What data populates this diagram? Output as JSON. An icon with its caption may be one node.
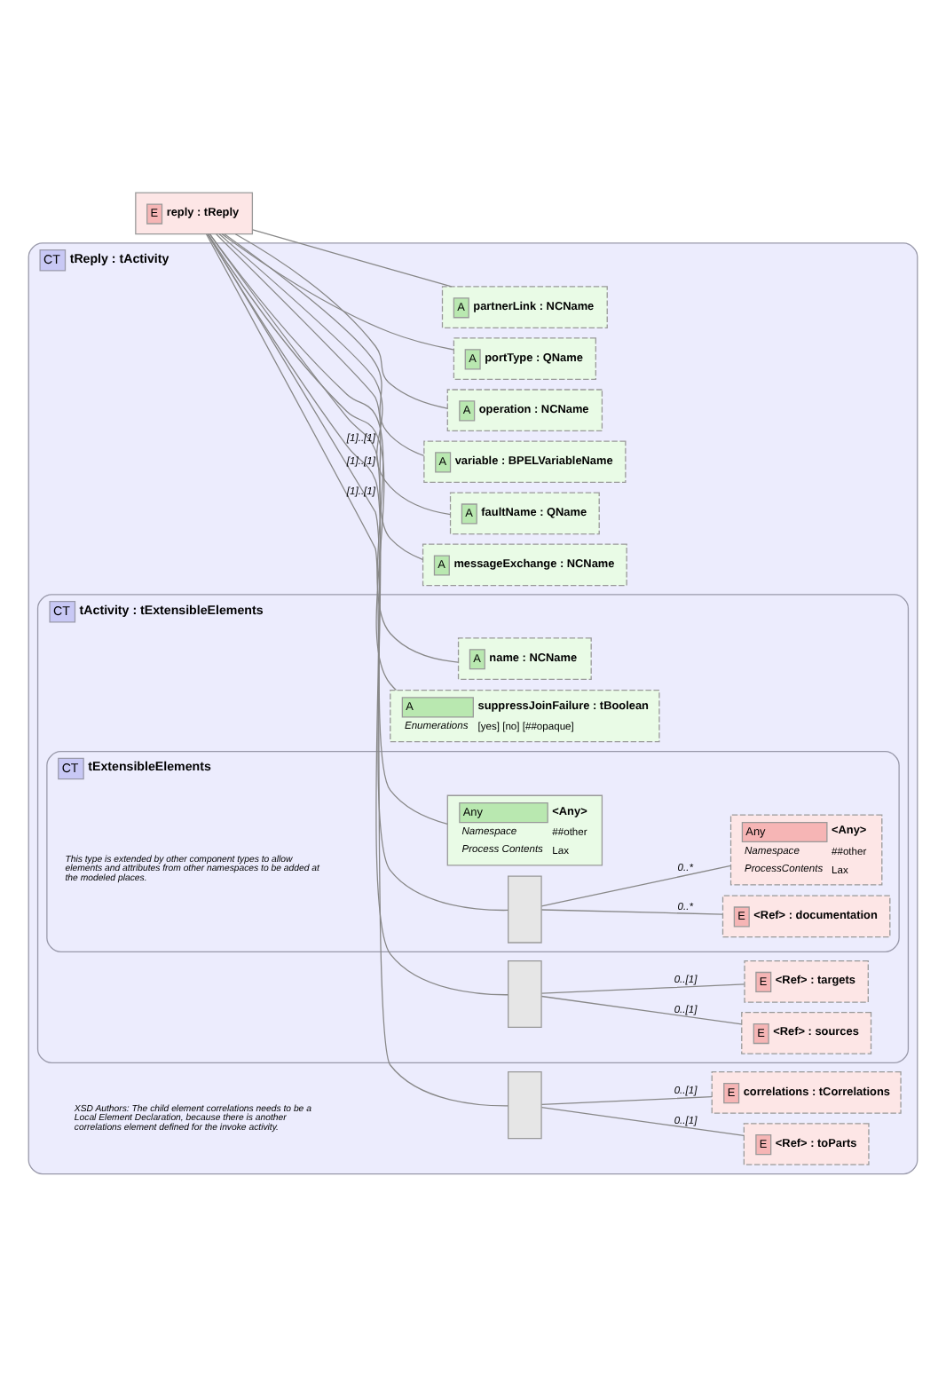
{
  "diagram": {
    "nodes": [
      {
        "text": [
          "E",
          "reply : tReply"
        ]
      },
      {
        "text": [
          "CT",
          "tReply : tActivity"
        ]
      },
      {
        "text": [
          "A",
          "partnerLink : NCName"
        ],
        "in": 1
      },
      {
        "text": [
          "A",
          "portType : QName"
        ],
        "in": 1
      },
      {
        "text": [
          "A",
          "operation : NCName"
        ],
        "in": 1
      },
      {
        "text": [
          "A",
          "variable : BPELVariableName"
        ],
        "in": 1
      },
      {
        "text": [
          "A",
          "faultName : QName"
        ],
        "in": 1
      },
      {
        "text": [
          "A",
          "messageExchange : NCName"
        ],
        "in": 1
      },
      {
        "text": [
          "CT",
          "tActivity : tExtensibleElements"
        ],
        "in": 1
      },
      {
        "text": [
          "A",
          "name : NCName"
        ],
        "in": 8
      },
      {
        "text": [
          "A",
          "suppressJoinFailure : tBoolean",
          "Enumerations",
          "[yes] [no] [##opaque]"
        ],
        "in": 8
      },
      {
        "text": [
          "CT",
          "tExtensibleElements"
        ],
        "in": 8
      },
      {
        "text": [
          "Any",
          "<Any>",
          "Namespace",
          "##other",
          "Process Contents",
          "Lax"
        ],
        "in": 11
      },
      {
        "text": [],
        "shape": "box",
        "in": 11
      },
      {
        "text": [
          "E",
          "<Ref> : documentation"
        ],
        "in": 11
      },
      {
        "text": [
          "Any",
          "<Any>",
          "Namespace",
          "##other",
          "ProcessContents",
          "Lax"
        ],
        "in": 11
      },
      {
        "text": [],
        "shape": "box",
        "in": 8
      },
      {
        "text": [
          "E",
          "<Ref> : targets"
        ],
        "in": 8
      },
      {
        "text": [
          "E",
          "<Ref> : sources"
        ],
        "in": 8
      },
      {
        "text": [],
        "shape": "box",
        "in": 1
      },
      {
        "text": [
          "E",
          "correlations : tCorrelations"
        ],
        "in": 1
      },
      {
        "text": [
          "E",
          "<Ref> : toParts"
        ],
        "in": 1
      }
    ],
    "edges": [
      {
        "from": 0,
        "to": 2,
        "arrow": "none"
      },
      {
        "from": 0,
        "to": 3,
        "arrow": "none"
      },
      {
        "from": 0,
        "to": 4,
        "arrow": "none"
      },
      {
        "from": 0,
        "to": 5,
        "arrow": "none"
      },
      {
        "from": 0,
        "to": 6,
        "arrow": "none"
      },
      {
        "from": 0,
        "to": 7,
        "arrow": "none"
      },
      {
        "from": 0,
        "to": 9,
        "arrow": "none"
      },
      {
        "from": 0,
        "to": 10,
        "arrow": "none"
      },
      {
        "from": 0,
        "to": 12,
        "arrow": "none"
      },
      {
        "from": 0,
        "to": 13,
        "arrow": "none",
        "label": "[1]..[1]"
      },
      {
        "from": 13,
        "to": 14,
        "arrow": "none",
        "label": "0..*"
      },
      {
        "from": 13,
        "to": 15,
        "arrow": "none",
        "label": "0..*"
      },
      {
        "from": 0,
        "to": 16,
        "arrow": "none",
        "label": "[1]..[1]"
      },
      {
        "from": 16,
        "to": 17,
        "arrow": "none",
        "label": "0..[1]"
      },
      {
        "from": 16,
        "to": 18,
        "arrow": "none",
        "label": "0..[1]"
      },
      {
        "from": 0,
        "to": 19,
        "arrow": "none",
        "label": "[1]..[1]"
      },
      {
        "from": 19,
        "to": 20,
        "arrow": "none",
        "label": "0..[1]"
      },
      {
        "from": 19,
        "to": 21,
        "arrow": "none",
        "label": "0..[1]"
      }
    ],
    "labels": [
      "This type is extended by other component types to allow elements and attributes from other namespaces to be added at the modeled places.",
      "XSD Authors: The child element correlations needs to be a Local Element Declaration, because there is another correlations element defined for the invoke activity."
    ]
  }
}
